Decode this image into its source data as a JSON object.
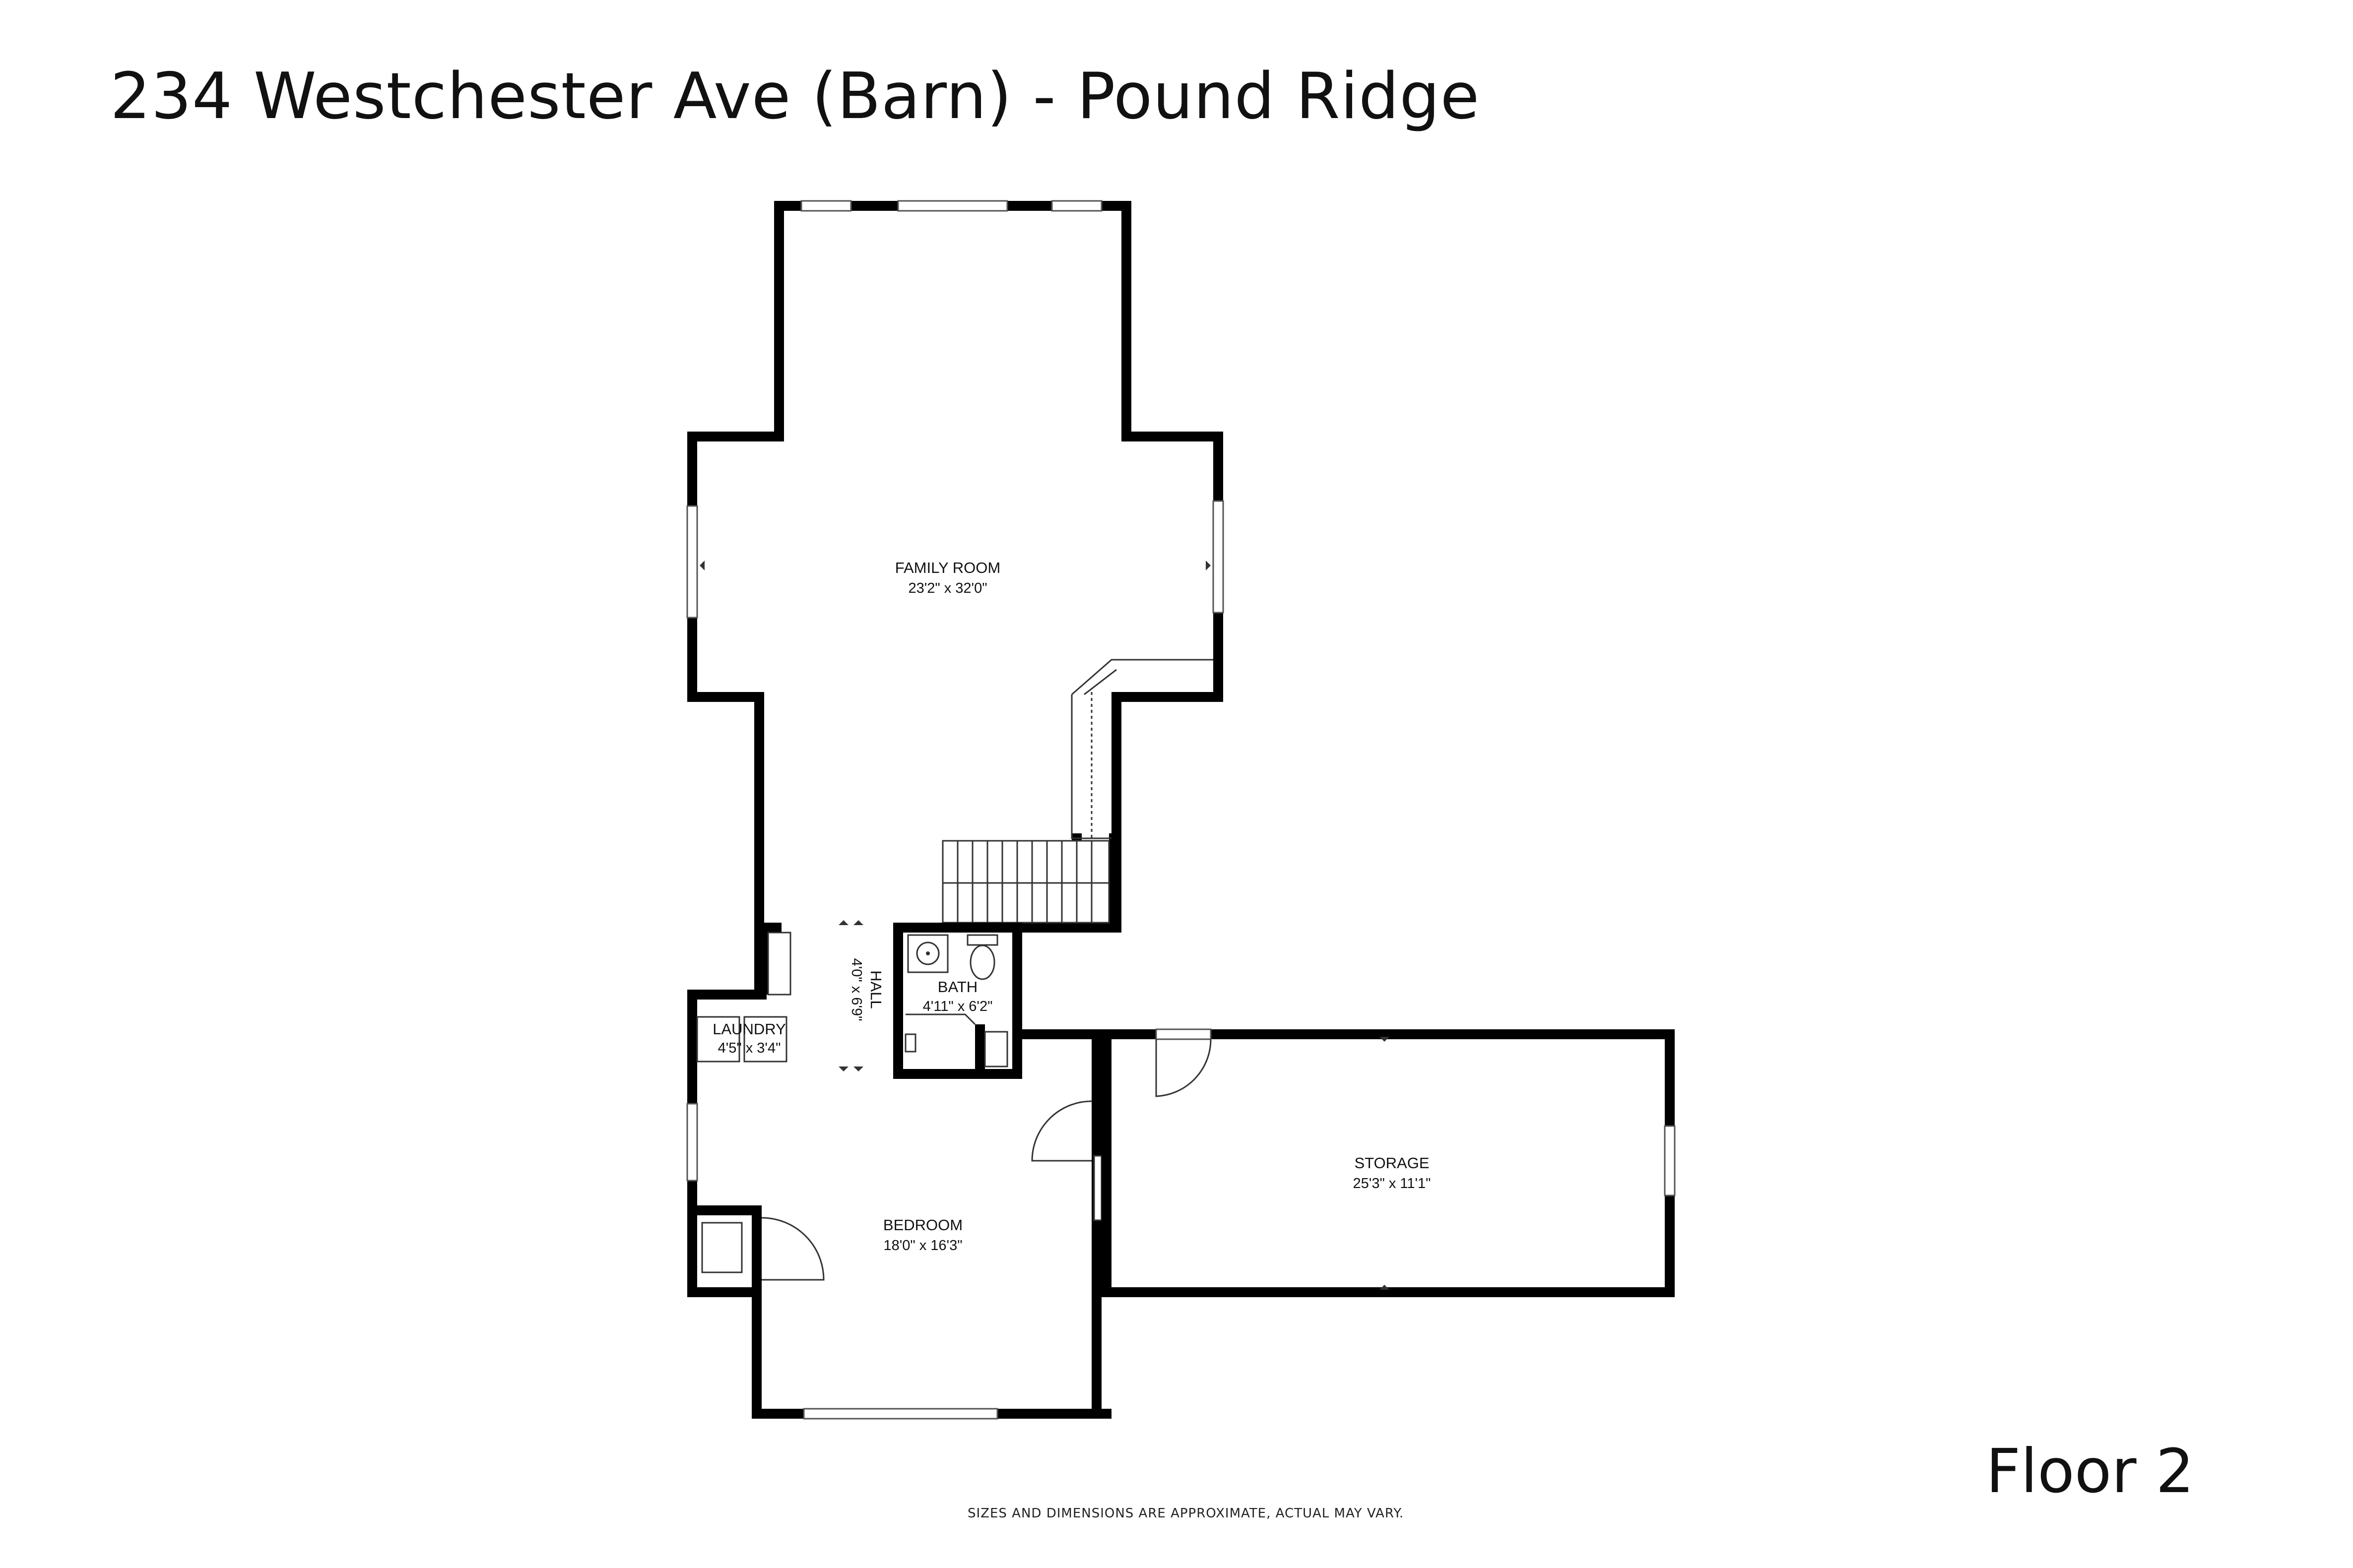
{
  "header": {
    "title": "234 Westchester Ave (Barn) - Pound Ridge"
  },
  "floor": {
    "label": "Floor 2"
  },
  "footer": {
    "disclaimer": "SIZES AND DIMENSIONS ARE APPROXIMATE, ACTUAL MAY VARY."
  },
  "rooms": {
    "family_room": {
      "name": "FAMILY ROOM",
      "dims": "23'2\" x 32'0\""
    },
    "hall": {
      "name": "HALL",
      "dims": "4'0\" x 6'9\""
    },
    "bath": {
      "name": "BATH",
      "dims": "4'11\" x 6'2\""
    },
    "laundry": {
      "name": "LAUNDRY",
      "dims": "4'5\" x 3'4\""
    },
    "bedroom": {
      "name": "BEDROOM",
      "dims": "18'0\" x 16'3\""
    },
    "storage": {
      "name": "STORAGE",
      "dims": "25'3\" x 11'1\""
    }
  },
  "colors": {
    "wall": "#000000",
    "background": "#ffffff",
    "text": "#111111"
  }
}
